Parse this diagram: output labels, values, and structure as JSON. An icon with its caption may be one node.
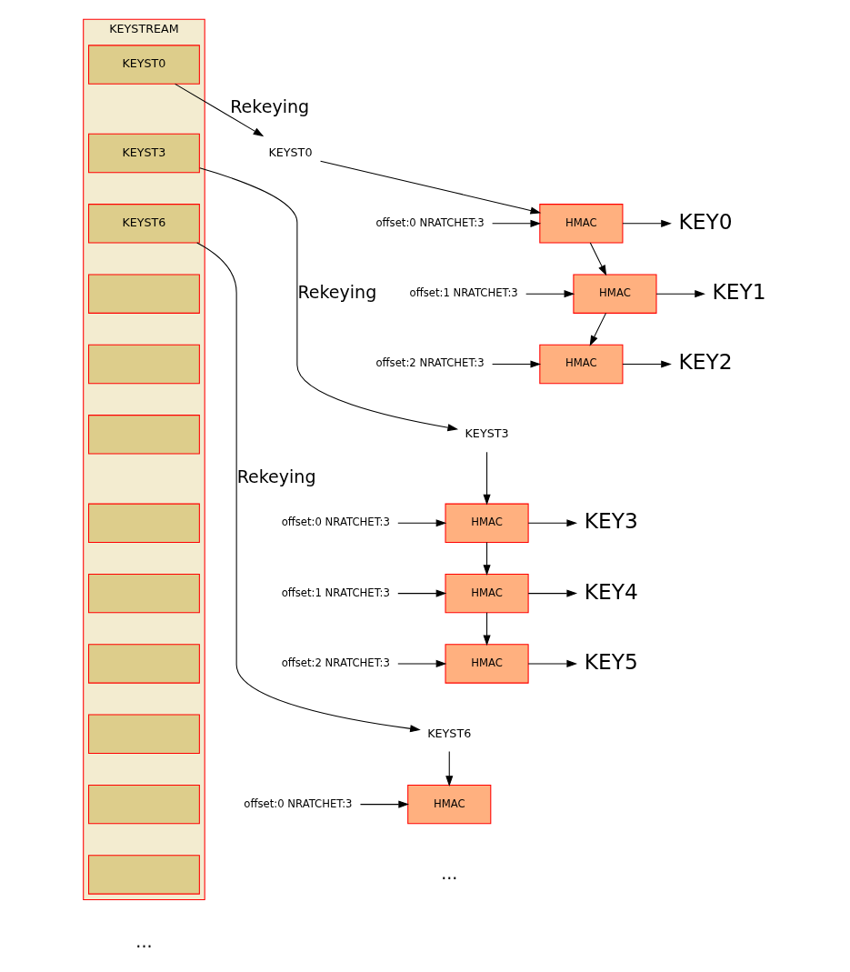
{
  "diagram": {
    "nodes": [
      {
        "text": [
          "KEYSTREAM"
        ]
      },
      {
        "text": [
          "KEYST0"
        ],
        "in": 0
      },
      {
        "text": [
          "KEYST3"
        ],
        "in": 0
      },
      {
        "text": [
          "KEYST6"
        ],
        "in": 0
      },
      {
        "text": [],
        "shape": "box",
        "in": 0
      },
      {
        "text": [],
        "shape": "box",
        "in": 0
      },
      {
        "text": [],
        "shape": "box",
        "in": 0
      },
      {
        "text": [],
        "shape": "box",
        "in": 0
      },
      {
        "text": [],
        "shape": "box",
        "in": 0
      },
      {
        "text": [],
        "shape": "box",
        "in": 0
      },
      {
        "text": [],
        "shape": "box",
        "in": 0
      },
      {
        "text": [],
        "shape": "box",
        "in": 0
      },
      {
        "text": [],
        "shape": "box",
        "in": 0
      },
      {
        "text": [
          "KEYST0"
        ]
      },
      {
        "text": [
          "HMAC"
        ]
      },
      {
        "text": [
          "offset:0 NRATCHET:3"
        ]
      },
      {
        "text": [
          "KEY0"
        ]
      },
      {
        "text": [
          "HMAC"
        ]
      },
      {
        "text": [
          "offset:1 NRATCHET:3"
        ]
      },
      {
        "text": [
          "KEY1"
        ]
      },
      {
        "text": [
          "HMAC"
        ]
      },
      {
        "text": [
          "offset:2 NRATCHET:3"
        ]
      },
      {
        "text": [
          "KEY2"
        ]
      },
      {
        "text": [
          "KEYST3"
        ]
      },
      {
        "text": [
          "HMAC"
        ]
      },
      {
        "text": [
          "offset:0 NRATCHET:3"
        ]
      },
      {
        "text": [
          "KEY3"
        ]
      },
      {
        "text": [
          "HMAC"
        ]
      },
      {
        "text": [
          "offset:1 NRATCHET:3"
        ]
      },
      {
        "text": [
          "KEY4"
        ]
      },
      {
        "text": [
          "HMAC"
        ]
      },
      {
        "text": [
          "offset:2 NRATCHET:3"
        ]
      },
      {
        "text": [
          "KEY5"
        ]
      },
      {
        "text": [
          "KEYST6"
        ]
      },
      {
        "text": [
          "HMAC"
        ]
      },
      {
        "text": [
          "offset:0 NRATCHET:3"
        ]
      }
    ],
    "edges": [
      {
        "from": 1,
        "to": 13,
        "arrow": "to",
        "label": "Rekeying"
      },
      {
        "from": 2,
        "to": 23,
        "arrow": "to",
        "label": "Rekeying"
      },
      {
        "from": 3,
        "to": 33,
        "arrow": "to",
        "label": "Rekeying"
      },
      {
        "from": 13,
        "to": 14,
        "arrow": "to"
      },
      {
        "from": 15,
        "to": 14,
        "arrow": "to"
      },
      {
        "from": 14,
        "to": 16,
        "arrow": "to"
      },
      {
        "from": 14,
        "to": 17,
        "arrow": "to"
      },
      {
        "from": 18,
        "to": 17,
        "arrow": "to"
      },
      {
        "from": 17,
        "to": 19,
        "arrow": "to"
      },
      {
        "from": 17,
        "to": 20,
        "arrow": "to"
      },
      {
        "from": 21,
        "to": 20,
        "arrow": "to"
      },
      {
        "from": 20,
        "to": 22,
        "arrow": "to"
      },
      {
        "from": 23,
        "to": 24,
        "arrow": "to"
      },
      {
        "from": 25,
        "to": 24,
        "arrow": "to"
      },
      {
        "from": 24,
        "to": 26,
        "arrow": "to"
      },
      {
        "from": 24,
        "to": 27,
        "arrow": "to"
      },
      {
        "from": 28,
        "to": 27,
        "arrow": "to"
      },
      {
        "from": 27,
        "to": 29,
        "arrow": "to"
      },
      {
        "from": 27,
        "to": 30,
        "arrow": "to"
      },
      {
        "from": 31,
        "to": 30,
        "arrow": "to"
      },
      {
        "from": 30,
        "to": 32,
        "arrow": "to"
      },
      {
        "from": 33,
        "to": 34,
        "arrow": "to"
      },
      {
        "from": 35,
        "to": 34,
        "arrow": "to"
      }
    ],
    "labels": [
      "...",
      "..."
    ]
  }
}
